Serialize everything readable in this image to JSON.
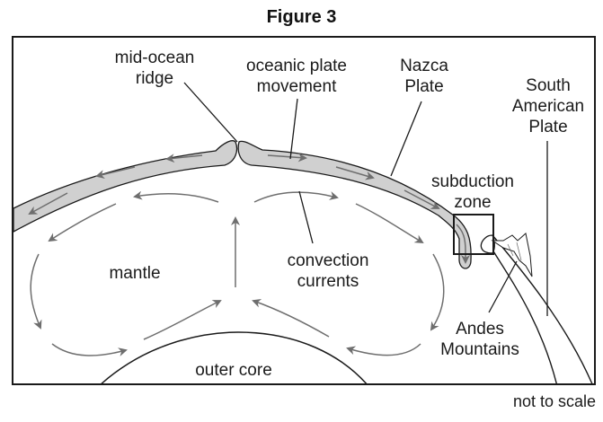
{
  "figure": {
    "title": "Figure 3",
    "note": "not to scale"
  },
  "labels": {
    "mid_ocean_ridge": [
      "mid-ocean",
      "ridge"
    ],
    "oceanic_plate_movement": [
      "oceanic plate",
      "movement"
    ],
    "nazca_plate": [
      "Nazca",
      "Plate"
    ],
    "south_american_plate": [
      "South",
      "American",
      "Plate"
    ],
    "subduction_zone": [
      "subduction",
      "zone"
    ],
    "mantle": "mantle",
    "convection_currents": [
      "convection",
      "currents"
    ],
    "andes_mountains": [
      "Andes",
      "Mountains"
    ],
    "outer_core": "outer core"
  },
  "colors": {
    "plate_fill": "#d0d0d0",
    "arrow_gray": "#6e6e6e",
    "line_dark": "#1a1a1a"
  }
}
